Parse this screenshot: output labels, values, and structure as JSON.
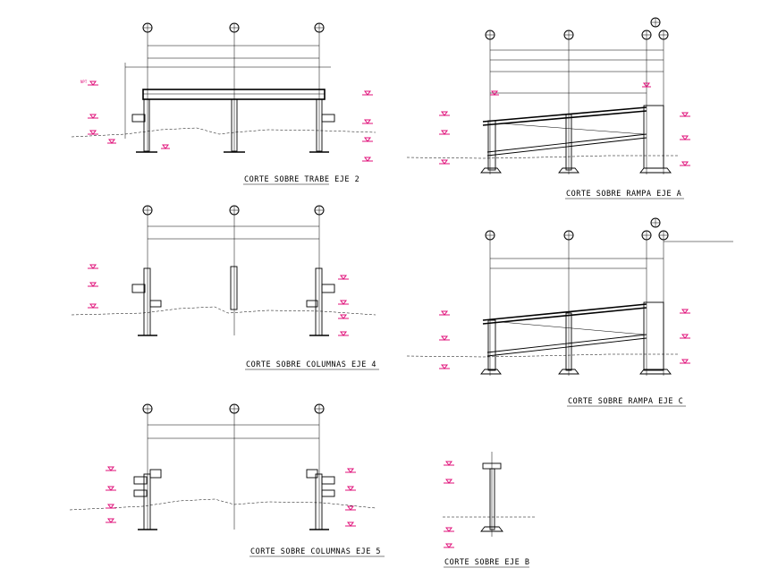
{
  "colors": {
    "line": "#000000",
    "level_marker": "#e0107a",
    "background": "#ffffff"
  },
  "label_npt": "NPT",
  "sections": [
    {
      "id": "trabe-eje-2",
      "title": "CORTE SOBRE TRABE EJE 2"
    },
    {
      "id": "rampa-eje-a",
      "title": "CORTE SOBRE RAMPA EJE A"
    },
    {
      "id": "columnas-eje-4",
      "title": "CORTE SOBRE COLUMNAS EJE 4"
    },
    {
      "id": "rampa-eje-c",
      "title": "CORTE SOBRE RAMPA EJE C"
    },
    {
      "id": "columnas-eje-5",
      "title": "CORTE SOBRE COLUMNAS EJE 5"
    },
    {
      "id": "eje-b",
      "title": "CORTE SOBRE EJE B"
    }
  ]
}
